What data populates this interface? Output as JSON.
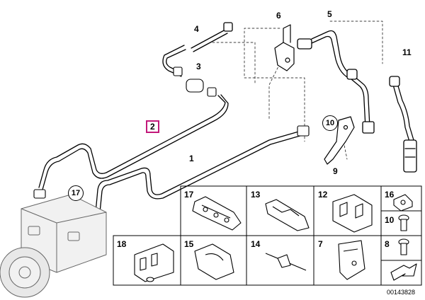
{
  "callouts": {
    "c1": "1",
    "c2": "2",
    "c3": "3",
    "c4": "4",
    "c5": "5",
    "c6": "6",
    "c9": "9",
    "c10": "10",
    "c11": "11",
    "c17": "17"
  },
  "grid": {
    "cell17": "17",
    "cell13": "13",
    "cell12": "12",
    "cell16": "16",
    "cell10": "10",
    "cell18": "18",
    "cell15": "15",
    "cell14": "14",
    "cell7": "7",
    "cell8": "8"
  },
  "diagram_id": "00143828",
  "highlight_color": "#c2187a"
}
